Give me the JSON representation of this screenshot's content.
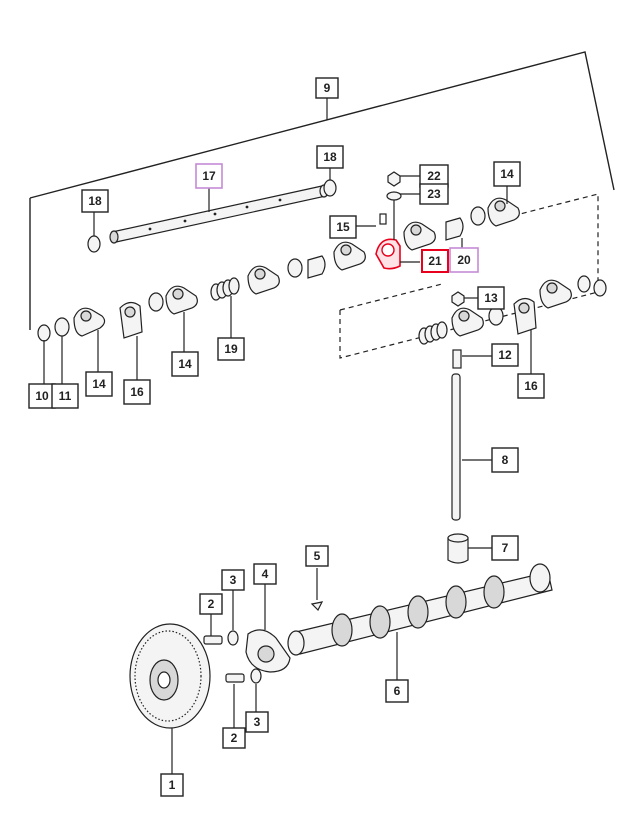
{
  "diagram": {
    "callouts": [
      {
        "id": "c1",
        "label": "1"
      },
      {
        "id": "c2a",
        "label": "2"
      },
      {
        "id": "c2b",
        "label": "2"
      },
      {
        "id": "c3a",
        "label": "3"
      },
      {
        "id": "c3b",
        "label": "3"
      },
      {
        "id": "c4",
        "label": "4"
      },
      {
        "id": "c5",
        "label": "5"
      },
      {
        "id": "c6",
        "label": "6"
      },
      {
        "id": "c7",
        "label": "7"
      },
      {
        "id": "c8",
        "label": "8"
      },
      {
        "id": "c9",
        "label": "9"
      },
      {
        "id": "c10",
        "label": "10"
      },
      {
        "id": "c11",
        "label": "11"
      },
      {
        "id": "c12",
        "label": "12"
      },
      {
        "id": "c13",
        "label": "13"
      },
      {
        "id": "c14a",
        "label": "14"
      },
      {
        "id": "c14b",
        "label": "14"
      },
      {
        "id": "c14c",
        "label": "14"
      },
      {
        "id": "c15",
        "label": "15"
      },
      {
        "id": "c16a",
        "label": "16"
      },
      {
        "id": "c16b",
        "label": "16"
      },
      {
        "id": "c17",
        "label": "17"
      },
      {
        "id": "c18a",
        "label": "18"
      },
      {
        "id": "c18b",
        "label": "18"
      },
      {
        "id": "c19",
        "label": "19"
      },
      {
        "id": "c20",
        "label": "20"
      },
      {
        "id": "c21",
        "label": "21"
      },
      {
        "id": "c22",
        "label": "22"
      },
      {
        "id": "c23",
        "label": "23"
      }
    ],
    "colors": {
      "line": "#222222",
      "callout_border": "#222222",
      "highlight_red": "#e8001c",
      "highlight_pink": "#c48ad6",
      "part_fill": "#f4f4f4",
      "part_shade": "#d8d8d8"
    }
  }
}
